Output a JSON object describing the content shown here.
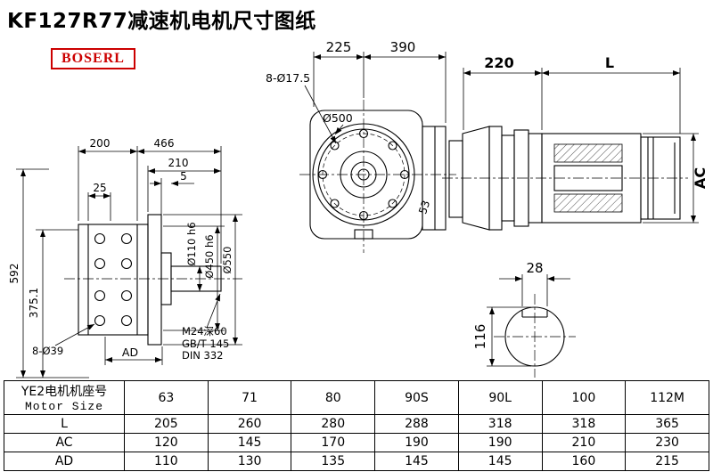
{
  "page": {
    "title": "KF127R77减速机电机尺寸图纸",
    "brand": "BOSERL"
  },
  "colors": {
    "accent_red": "#cc0000",
    "line": "#000000",
    "background": "#ffffff"
  },
  "views": {
    "side": {
      "dim_200": "200",
      "dim_466": "466",
      "dim_210": "210",
      "dim_5": "5",
      "dim_25": "25",
      "dim_592": "592",
      "dim_375": "375.1",
      "dim_8xd39": "8-Ø39",
      "dim_ad": "AD",
      "dim_d110": "Ø110 h6",
      "dim_d450": "Ø450 h6",
      "dim_d550": "Ø550",
      "note_tap": "M24深60",
      "note_std1": "GB/T 145",
      "note_std2": "DIN 332"
    },
    "front": {
      "dim_bolts": "8-Ø17.5",
      "dim_225": "225",
      "dim_390": "390",
      "dim_d500": "Ø500",
      "dim_53": "53"
    },
    "motor": {
      "dim_220": "220",
      "dim_L": "L",
      "dim_AC": "AC"
    },
    "shaft": {
      "dim_28": "28",
      "dim_116": "116"
    }
  },
  "table": {
    "header_cn": "YE2电机机座号",
    "header_en": "Motor Size",
    "columns": [
      "63",
      "71",
      "80",
      "90S",
      "90L",
      "100",
      "112M"
    ],
    "rows": [
      {
        "label": "L",
        "values": [
          "205",
          "260",
          "280",
          "288",
          "318",
          "318",
          "365"
        ]
      },
      {
        "label": "AC",
        "values": [
          "120",
          "145",
          "170",
          "190",
          "190",
          "210",
          "230"
        ]
      },
      {
        "label": "AD",
        "values": [
          "110",
          "130",
          "135",
          "145",
          "145",
          "160",
          "215"
        ]
      }
    ]
  }
}
